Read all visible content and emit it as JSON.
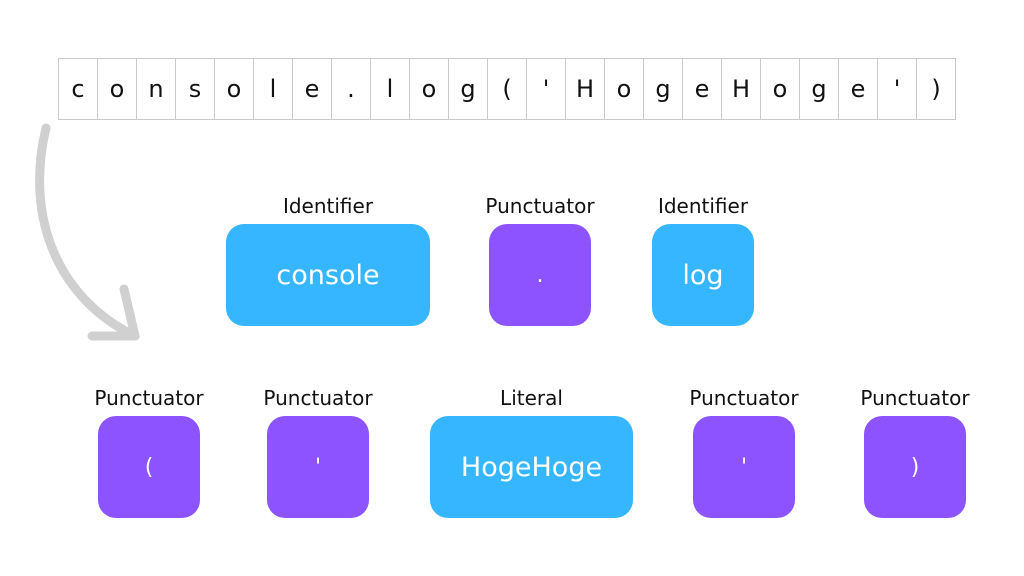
{
  "colors": {
    "identifier": "#36b6ff",
    "punctuator": "#8c53ff",
    "literal": "#36b6ff",
    "strip_border": "#c9c9c9",
    "arrow": "#d0d0d0"
  },
  "characters": [
    "c",
    "o",
    "n",
    "s",
    "o",
    "l",
    "e",
    ".",
    "l",
    "o",
    "g",
    "(",
    "'",
    "H",
    "o",
    "g",
    "e",
    "H",
    "o",
    "g",
    "e",
    "'",
    ")"
  ],
  "tokens_row1": [
    {
      "type": "Identifier",
      "value": "console"
    },
    {
      "type": "Punctuator",
      "value": "."
    },
    {
      "type": "Identifier",
      "value": "log"
    }
  ],
  "tokens_row2": [
    {
      "type": "Punctuator",
      "value": "("
    },
    {
      "type": "Punctuator",
      "value": "'"
    },
    {
      "type": "Literal",
      "value": "HogeHoge"
    },
    {
      "type": "Punctuator",
      "value": "'"
    },
    {
      "type": "Punctuator",
      "value": ")"
    }
  ]
}
